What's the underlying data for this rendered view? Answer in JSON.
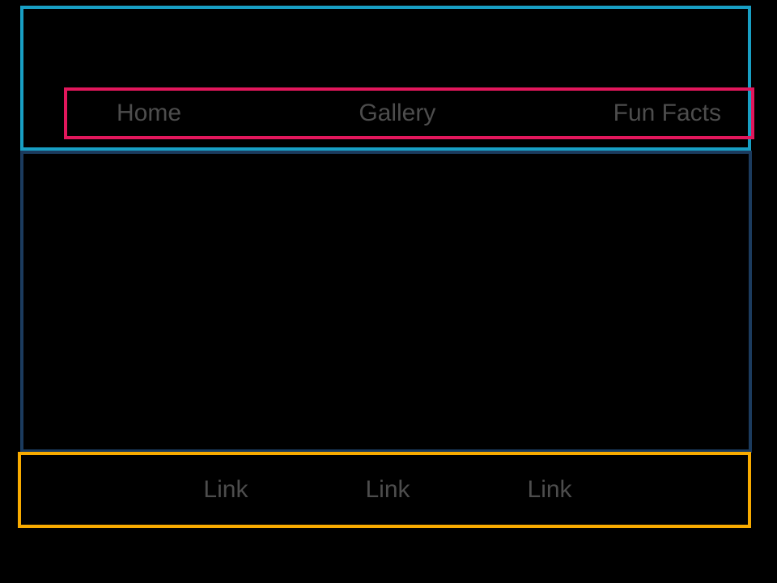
{
  "page": {
    "background_color": "#000000",
    "text_color": "#4D4D4D"
  },
  "header": {
    "border_color": "#189FC4",
    "nav": {
      "border_color": "#E2175C",
      "items": [
        {
          "label": "Home"
        },
        {
          "label": "Gallery"
        },
        {
          "label": "Fun Facts"
        }
      ]
    }
  },
  "main": {
    "border_color": "#1B3B5E"
  },
  "footer": {
    "border_color": "#F8AB00",
    "links": [
      {
        "label": "Link"
      },
      {
        "label": "Link"
      },
      {
        "label": "Link"
      }
    ]
  }
}
